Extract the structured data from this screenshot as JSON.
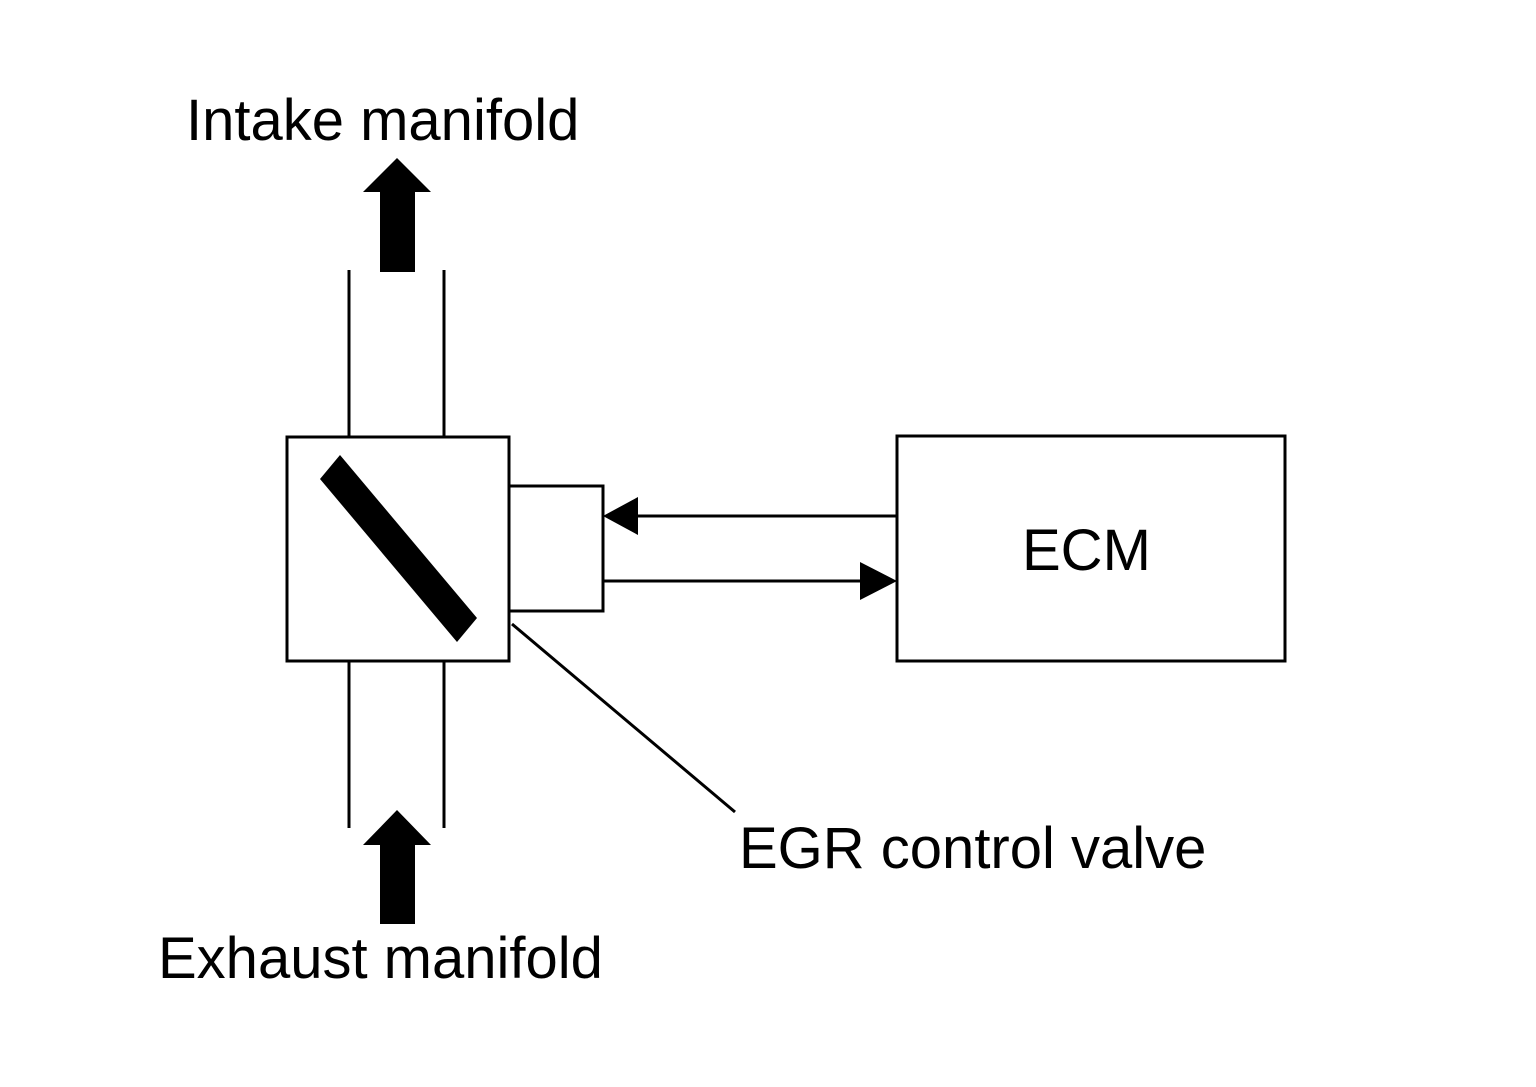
{
  "labels": {
    "intake_manifold": "Intake manifold",
    "exhaust_manifold": "Exhaust manifold",
    "egr_control_valve": "EGR control valve",
    "ecm": "ECM"
  },
  "colors": {
    "stroke": "#000000",
    "background": "#ffffff"
  },
  "icons": {
    "flow_up": "thick-arrow-up-icon",
    "signal_left": "arrowhead-left-icon",
    "signal_right": "arrowhead-right-icon"
  }
}
